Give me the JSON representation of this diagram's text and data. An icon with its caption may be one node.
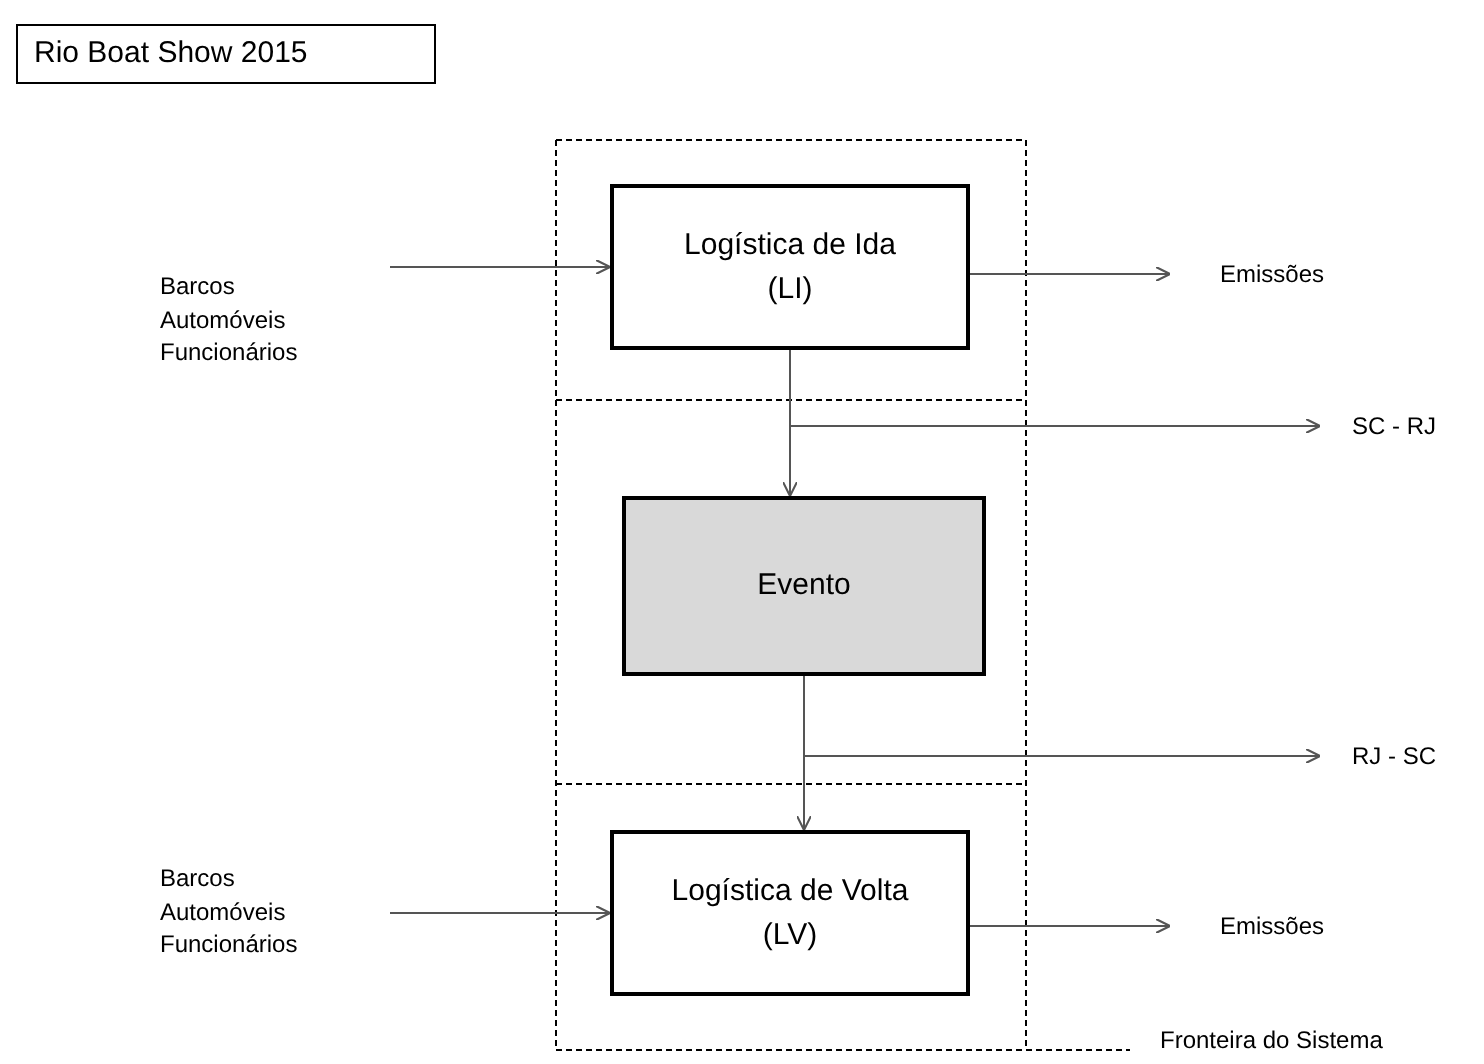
{
  "diagram": {
    "title": "Rio Boat Show 2015",
    "nodes": [
      {
        "text": [
          "Barcos",
          "Automóveis",
          "Funcionários"
        ]
      },
      {
        "text": [
          "Logística de Ida (LI)"
        ]
      },
      {
        "text": [
          "Emissões"
        ]
      },
      {
        "text": [
          "SC - RJ"
        ]
      },
      {
        "text": [
          "Evento"
        ]
      },
      {
        "text": [
          "RJ - SC"
        ]
      },
      {
        "text": [
          "Barcos",
          "Automóveis",
          "Funcionários"
        ]
      },
      {
        "text": [
          "Logística de Volta (LV)"
        ]
      },
      {
        "text": [
          "Emissões"
        ]
      }
    ],
    "edges": [
      {
        "from": 0,
        "to": 1,
        "arrow": "to"
      },
      {
        "from": 1,
        "to": 2,
        "arrow": "to"
      },
      {
        "from": 1,
        "to": 3,
        "arrow": "to"
      },
      {
        "from": 1,
        "to": 4,
        "arrow": "to"
      },
      {
        "from": 4,
        "to": 5,
        "arrow": "to"
      },
      {
        "from": 4,
        "to": 7,
        "arrow": "to"
      },
      {
        "from": 6,
        "to": 7,
        "arrow": "to"
      },
      {
        "from": 7,
        "to": 8,
        "arrow": "to"
      }
    ],
    "labels": [
      "Fronteira do Sistema"
    ]
  }
}
